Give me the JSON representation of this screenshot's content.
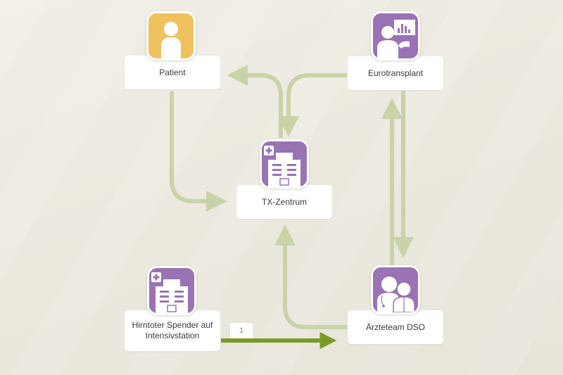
{
  "nodes": {
    "patient": {
      "label": "Patient",
      "icon": "person-icon"
    },
    "eurotransplant": {
      "label": "Eurotransplant",
      "icon": "presenter-chart-icon"
    },
    "tx_zentrum": {
      "label": "TX-Zentrum",
      "icon": "hospital-icon"
    },
    "spender": {
      "label": "Hirntoter Spender auf Intensivstation",
      "icon": "hospital-icon"
    },
    "dso": {
      "label": "Ärzteteam DSO",
      "icon": "doctors-icon"
    }
  },
  "steps": [
    {
      "label": "1"
    }
  ],
  "colors": {
    "arrow_light": "#c9d3a8",
    "arrow_dark": "#7c9a28",
    "patient_icon": "#f0c25f",
    "purple_icon": "#9a73b4",
    "badge_text": "#a4b478"
  }
}
